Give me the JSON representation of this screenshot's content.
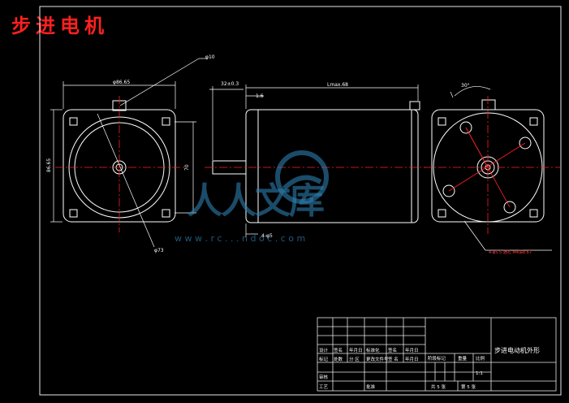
{
  "page_title": "步进电机",
  "watermark": {
    "text_cn": "人人文库",
    "url": "w w w . r c . . . n d o c . c o m"
  },
  "dimensions": {
    "shaft_key": "φ10",
    "width_top": "φ86.65",
    "height_left": "86.65",
    "pitch_right": "70",
    "bolt_circle": "φ73",
    "shaft_length": "32±0.3",
    "flange_thickness": "1.6",
    "body_length": "Lmax.68",
    "pilot": "4-φ5",
    "angle": "30°",
    "note": "4-φ5.5 通孔  M4深8.67"
  },
  "title_block": {
    "part_name": "步进电动机外形",
    "row_labels": [
      "标记",
      "处数",
      "分 区",
      "更改文件号",
      "签 名",
      "年月日"
    ],
    "design_labels": [
      "设计",
      "签名",
      "年月日",
      "标准化",
      "签名",
      "年月日"
    ],
    "review_label": "审核",
    "process_label": "工艺",
    "approve_label": "批准",
    "stage_label": "阶段标记",
    "weight_label": "重量",
    "scale_label": "比例",
    "scale_value": "1:1",
    "sheets_total": "共 5 张",
    "sheet_no": "第 5 张"
  }
}
